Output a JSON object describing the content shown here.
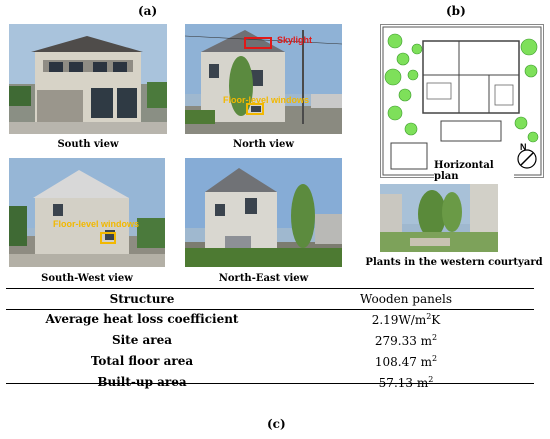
{
  "panel_labels": {
    "a": "(a)",
    "b": "(b)",
    "c": "(c)"
  },
  "photos": {
    "south": {
      "caption": "South view"
    },
    "north": {
      "caption": "North view",
      "annotations": {
        "skylight": "Skylight",
        "floor_windows": "Floor-level windows"
      }
    },
    "south_west": {
      "caption": "South-West view",
      "annotations": {
        "floor_windows": "Floor-level windows"
      }
    },
    "north_east": {
      "caption": "North-East view"
    },
    "plan": {
      "caption": "Horizontal plan",
      "compass": "N"
    },
    "courtyard": {
      "caption": "Plants in the western courtyard"
    }
  },
  "specs": {
    "header": {
      "key": "Structure",
      "value": "Wooden panels"
    },
    "rows": [
      {
        "key": "Average heat loss coefficient",
        "value": "2.19W/m",
        "sup": "2",
        "tail": "K"
      },
      {
        "key": "Site area",
        "value": "279.33 m",
        "sup": "2",
        "tail": ""
      },
      {
        "key": "Total floor area",
        "value": "108.47 m",
        "sup": "2",
        "tail": ""
      },
      {
        "key": "Built-up area",
        "value": "57.13 m",
        "sup": "2",
        "tail": ""
      }
    ]
  },
  "colors": {
    "annotation_red": "#e01818",
    "annotation_yellow": "#f2b800",
    "sky": "#9fb8cf"
  }
}
